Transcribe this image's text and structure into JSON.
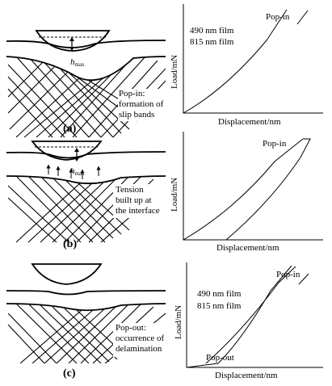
{
  "panels": [
    {
      "letter": "(a)",
      "hmax": "h",
      "hmax_sub": "max",
      "note_lines": [
        "Pop-in:",
        "formation of",
        "slip bands"
      ],
      "graph": {
        "ylabel": "Load/mN",
        "xlabel": "Displacement/nm",
        "popin": "Pop-in",
        "legend": [
          "490 nm film",
          "815 nm film"
        ]
      }
    },
    {
      "letter": "(b)",
      "hmax": "h",
      "hmax_sub": "max",
      "note_lines": [
        "Tension",
        "built up at",
        "the interface"
      ],
      "graph": {
        "ylabel": "Load/mN",
        "xlabel": "Displacement/nm",
        "popin": "Pop-in"
      }
    },
    {
      "letter": "(c)",
      "note_lines": [
        "Pop-out:",
        "occurrence of",
        "delamination"
      ],
      "graph": {
        "ylabel": "Load/mN",
        "xlabel": "Displacement/nm",
        "popin": "Pop-in",
        "popout": "Pop-out",
        "legend": [
          "490 nm film",
          "815 nm film"
        ]
      }
    }
  ]
}
